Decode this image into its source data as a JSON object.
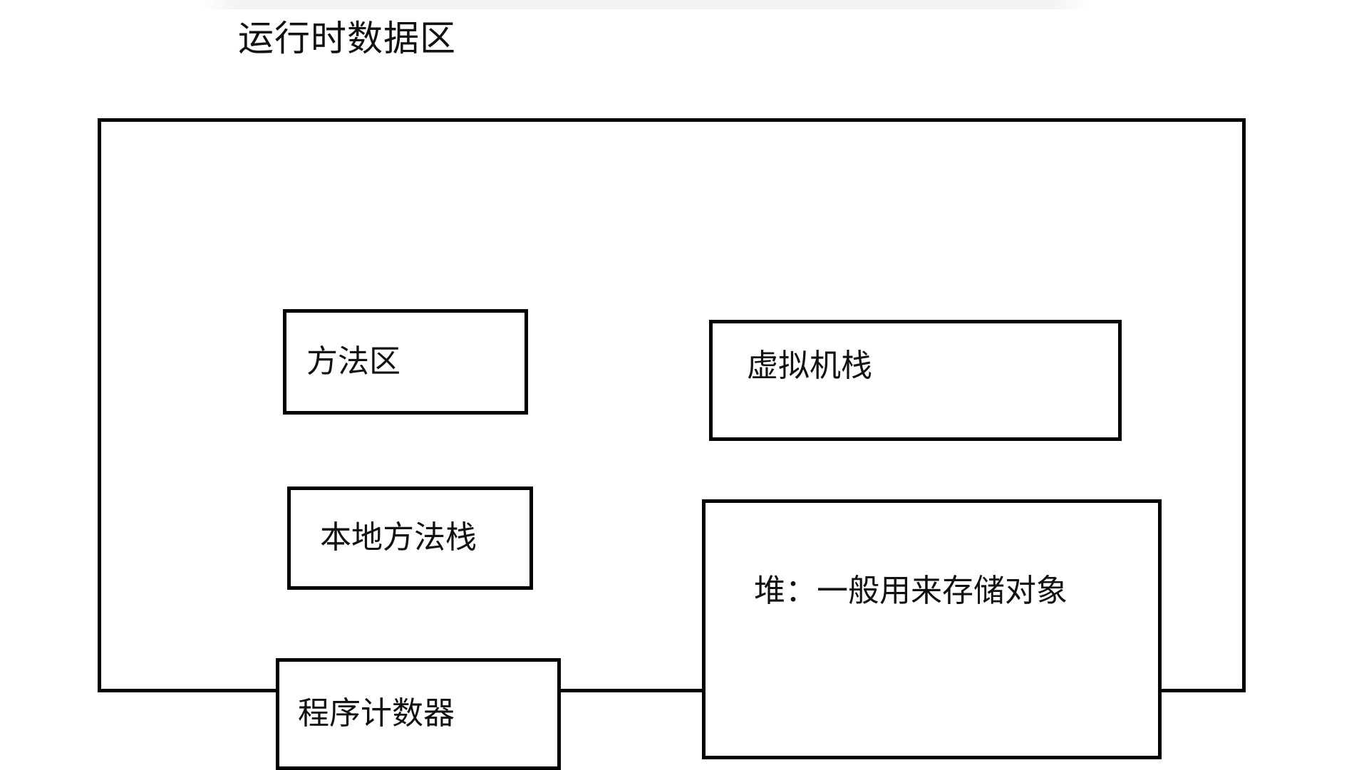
{
  "slide": {
    "title": "运行时数据区",
    "background_color": "#ffffff",
    "stroke_color": "#000000",
    "text_color": "#111111",
    "top_strip_color": "#f2f2f2"
  },
  "diagram": {
    "container_label": "运行时数据区",
    "regions": {
      "method_area": {
        "label": "方法区"
      },
      "native_method_stack": {
        "label": "本地方法栈"
      },
      "program_counter": {
        "label": "程序计数器"
      },
      "vm_stack": {
        "label": "虚拟机栈"
      },
      "heap": {
        "label": "堆：一般用来存储对象"
      }
    }
  }
}
